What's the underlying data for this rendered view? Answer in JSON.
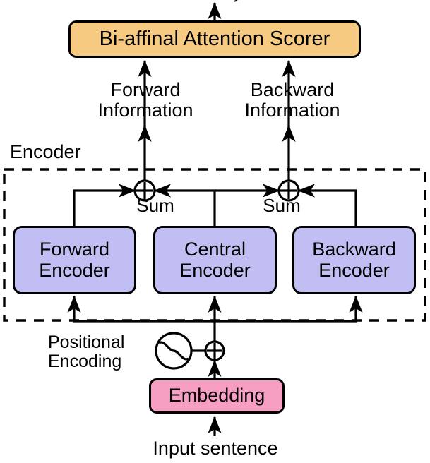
{
  "diagram": {
    "title_truncated_top": "y",
    "nodes": {
      "scorer": {
        "label": "Bi-affinal Attention Scorer",
        "fill": "#f7ca81"
      },
      "forward_encoder": {
        "label": "Forward\nEncoder",
        "fill": "#c0bef2"
      },
      "central_encoder": {
        "label": "Central\nEncoder",
        "fill": "#c0bef2"
      },
      "backward_encoder": {
        "label": "Backward\nEncoder",
        "fill": "#c0bef2"
      },
      "embedding": {
        "label": "Embedding",
        "fill": "#f79ec3"
      }
    },
    "labels": {
      "forward_information": "Forward\nInformation",
      "backward_information": "Backward\nInformation",
      "encoder_group": "Encoder",
      "sum_left": "Sum",
      "sum_right": "Sum",
      "positional_encoding": "Positional\nEncoding",
      "input_sentence": "Input sentence"
    },
    "icons": {
      "sum_left": "plus-circle-icon",
      "sum_right": "plus-circle-icon",
      "positional_encoding_wave": "sine-wave-circle-icon",
      "embedding_sum": "plus-circle-icon"
    },
    "colors": {
      "stroke": "#000000",
      "background": "#ffffff",
      "scorer_fill": "#f7ca81",
      "encoder_fill": "#c0bef2",
      "embedding_fill": "#f79ec3",
      "group_dash": "#000000"
    }
  }
}
